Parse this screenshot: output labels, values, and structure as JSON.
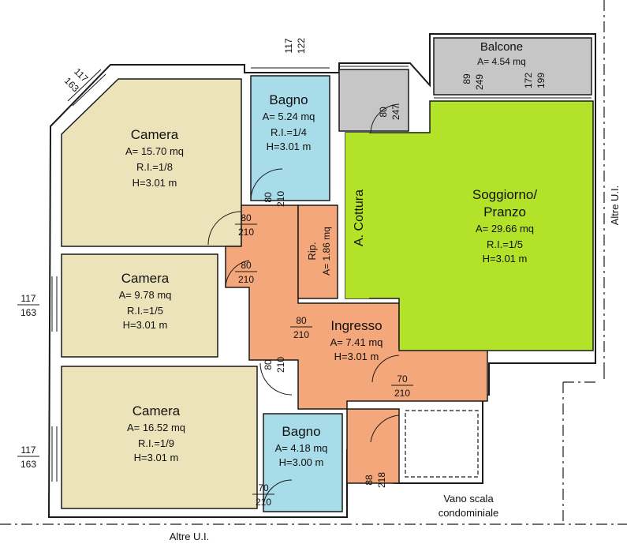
{
  "rooms": [
    {
      "id": "camera1",
      "name": "Camera",
      "area": "A= 15.70 mq",
      "ri": "R.I.=1/8",
      "h": "H=3.01 m"
    },
    {
      "id": "bagno1",
      "name": "Bagno",
      "area": "A= 5.24 mq",
      "ri": "R.I.=1/4",
      "h": "H=3.01 m"
    },
    {
      "id": "camera2",
      "name": "Camera",
      "area": "A= 9.78 mq",
      "ri": "R.I.=1/5",
      "h": "H=3.01 m"
    },
    {
      "id": "camera3",
      "name": "Camera",
      "area": "A= 16.52 mq",
      "ri": "R.I.=1/9",
      "h": "H=3.01 m"
    },
    {
      "id": "bagno2",
      "name": "Bagno",
      "area": "A= 4.18 mq",
      "ri": "",
      "h": "H=3.00 m"
    },
    {
      "id": "ingresso",
      "name": "Ingresso",
      "area": "A= 7.41 mq",
      "ri": "",
      "h": "H=3.01 m"
    },
    {
      "id": "soggiorno",
      "name": "Soggiorno/",
      "name2": "Pranzo",
      "area": "A= 29.66 mq",
      "ri": "R.I.=1/5",
      "h": "H=3.01 m"
    },
    {
      "id": "balcone",
      "name": "Balcone",
      "area": "A= 4.54 mq"
    },
    {
      "id": "rip",
      "name": "Rip.",
      "area": "A= 1.86 mq"
    },
    {
      "id": "cottura",
      "name": "A. Cottura"
    }
  ],
  "door_dims": {
    "d80_210": [
      "80",
      "210"
    ],
    "d70_210": [
      "70",
      "210"
    ],
    "d88_218": [
      "88",
      "218"
    ],
    "w117_163": [
      "117",
      "163"
    ],
    "w117_122": [
      "117",
      "122"
    ],
    "w80_247": [
      "80",
      "247"
    ],
    "w89_249": [
      "89",
      "249"
    ],
    "w172_199": [
      "172",
      "199"
    ]
  },
  "labels": {
    "altre_bottom": "Altre U.I.",
    "altre_right": "Altre U.I.",
    "vano1": "Vano scala",
    "vano2": "condominiale"
  },
  "colors": {
    "camera": "#EDE3BA",
    "bagno": "#A8DCE8",
    "corridor": "#F4A77A",
    "soggiorno": "#B3E328",
    "balcone": "#C6C6C6",
    "wall": "#FFFFFF",
    "line": "#1A1A1A"
  }
}
